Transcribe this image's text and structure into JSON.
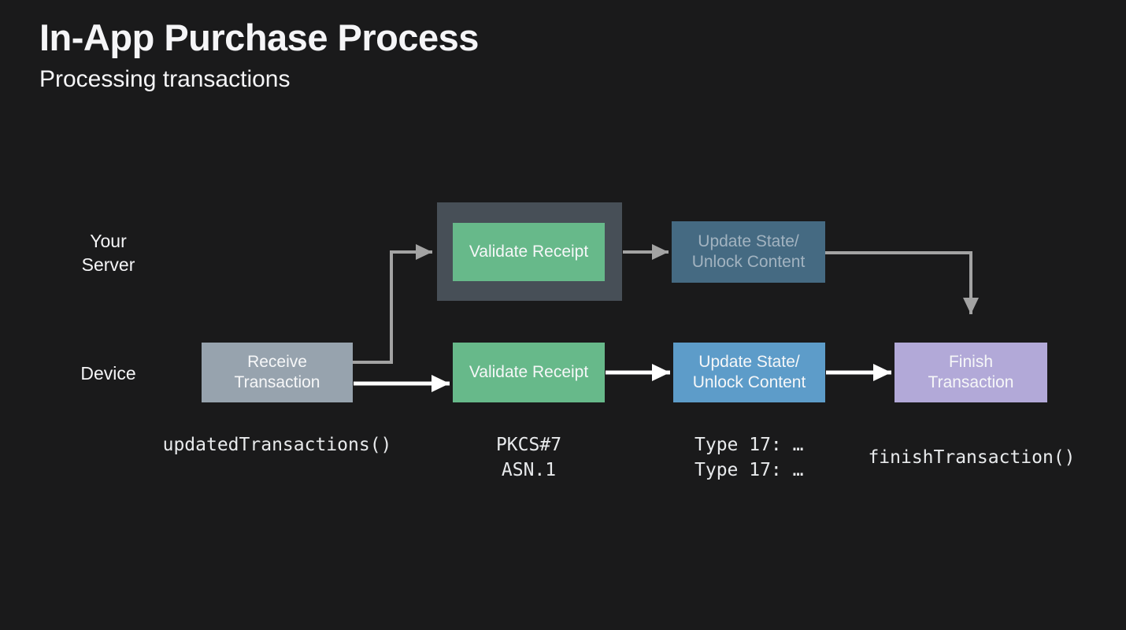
{
  "slide": {
    "title": "In-App Purchase Process",
    "subtitle": "Processing transactions"
  },
  "lanes": {
    "server_lines": [
      "Your",
      "Server"
    ],
    "device_label": "Device"
  },
  "boxes": {
    "receive": {
      "lines": [
        "Receive",
        "Transaction"
      ]
    },
    "server_validate": {
      "label": "Validate Receipt"
    },
    "server_update": {
      "lines": [
        "Update State/",
        "Unlock Content"
      ]
    },
    "device_validate": {
      "label": "Validate Receipt"
    },
    "device_update": {
      "lines": [
        "Update State/",
        "Unlock Content"
      ]
    },
    "finish": {
      "lines": [
        "Finish",
        "Transaction"
      ]
    }
  },
  "annotations": {
    "receive_code": "updatedTransactions()",
    "validate_lines": [
      "PKCS#7",
      "ASN.1"
    ],
    "update_lines": [
      "Type 17: …",
      "Type 17: …"
    ],
    "finish_code": "finishTransaction()"
  },
  "colors": {
    "background": "#1a1a1b",
    "text_primary": "#f5f5f7",
    "green": "#67b98a",
    "blue": "#5d9cc9",
    "muted_blue": "#456a82",
    "muted_text": "#a2b3c0",
    "slate_frame": "#474f57",
    "gray_box": "#97a3ae",
    "purple": "#b2a9d8",
    "arrow_white": "#ffffff",
    "arrow_gray": "#a3a3a3",
    "code_text": "#e8eaec"
  }
}
